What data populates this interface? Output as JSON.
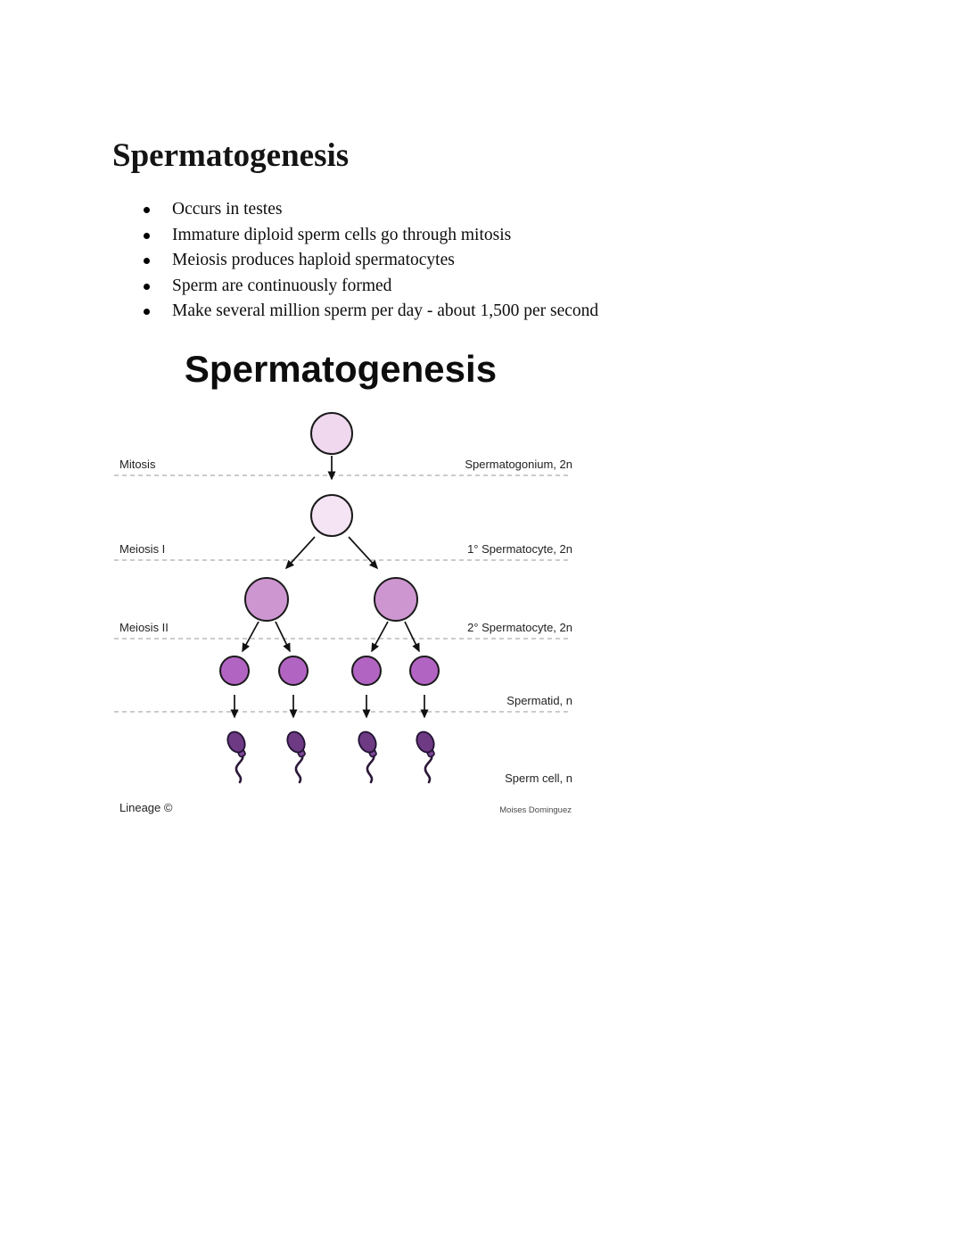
{
  "doc": {
    "heading": "Spermatogenesis",
    "bullets": [
      "Occurs in testes",
      "Immature diploid sperm cells go through mitosis",
      "Meiosis produces haploid spermatocytes",
      "Sperm are continuously formed",
      "Make several million sperm per day - about 1,500 per second"
    ]
  },
  "diagram": {
    "title": "Spermatogenesis",
    "stage_labels": [
      "Mitosis",
      "Meiosis I",
      "Meiosis II"
    ],
    "cell_labels": [
      "Spermatogonium, 2n",
      "1° Spermatocyte, 2n",
      "2° Spermatocyte, 2n",
      "Spermatid, n",
      "Sperm cell, n"
    ],
    "credit_left": "Lineage ©",
    "credit_right": "Moises Dominguez",
    "colors": {
      "spermatogonium_fill": "#F0D8EE",
      "primary_spermatocyte_fill": "#F5E4F4",
      "secondary_spermatocyte_fill": "#CE96D1",
      "spermatid_fill": "#B264C3",
      "sperm_head_fill": "#6D3A83",
      "sperm_midpiece_fill": "#7A4692",
      "sperm_tail_stroke": "#2B1838"
    }
  }
}
